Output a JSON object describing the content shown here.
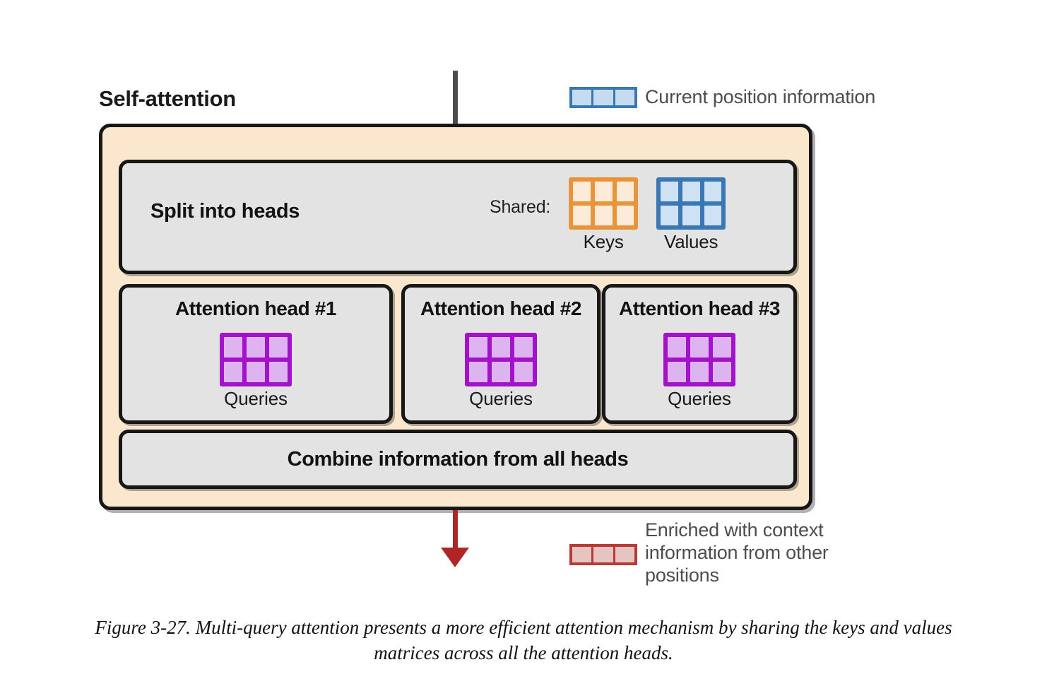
{
  "figure": {
    "title": "Self-attention",
    "caption": "Figure 3-27. Multi-query attention presents a more efficient attention mechanism by sharing the keys and values matrices across all the attention heads."
  },
  "legends": {
    "top": {
      "swatch_color_border": "#3a78b5",
      "swatch_color_fill": "#c5dcf0",
      "swatch_cells": 3,
      "label": "Current position information"
    },
    "bottom": {
      "swatch_color_border": "#b93a35",
      "swatch_color_fill": "#e5c4c2",
      "swatch_cells": 3,
      "label": "Enriched with context\ninformation from other\npositions"
    }
  },
  "arrows": {
    "input": {
      "color": "#4d4d4d",
      "direction": "down"
    },
    "output": {
      "color": "#b02525",
      "direction": "down"
    }
  },
  "panels": {
    "split": {
      "label": "Split into heads",
      "shared_label": "Shared:",
      "matrices": [
        {
          "caption": "Keys",
          "border": "#e8943b",
          "fill": "#fdebd9",
          "cols": 3,
          "rows": 2
        },
        {
          "caption": "Values",
          "border": "#3a78b5",
          "fill": "#cfe2f3",
          "cols": 3,
          "rows": 2
        }
      ]
    },
    "heads": [
      {
        "title": "Attention head #1",
        "matrix": {
          "caption": "Queries",
          "border": "#a112c9",
          "fill": "#ddb3f0",
          "cols": 3,
          "rows": 2
        }
      },
      {
        "title": "Attention head #2",
        "matrix": {
          "caption": "Queries",
          "border": "#a112c9",
          "fill": "#ddb3f0",
          "cols": 3,
          "rows": 2
        }
      },
      {
        "title": "Attention head #3",
        "matrix": {
          "caption": "Queries",
          "border": "#a112c9",
          "fill": "#ddb3f0",
          "cols": 3,
          "rows": 2
        }
      }
    ],
    "combine": {
      "label": "Combine information from all heads"
    }
  },
  "colors": {
    "container_fill": "#fae7ce",
    "panel_fill": "#e3e3e3",
    "stroke": "#171717"
  }
}
